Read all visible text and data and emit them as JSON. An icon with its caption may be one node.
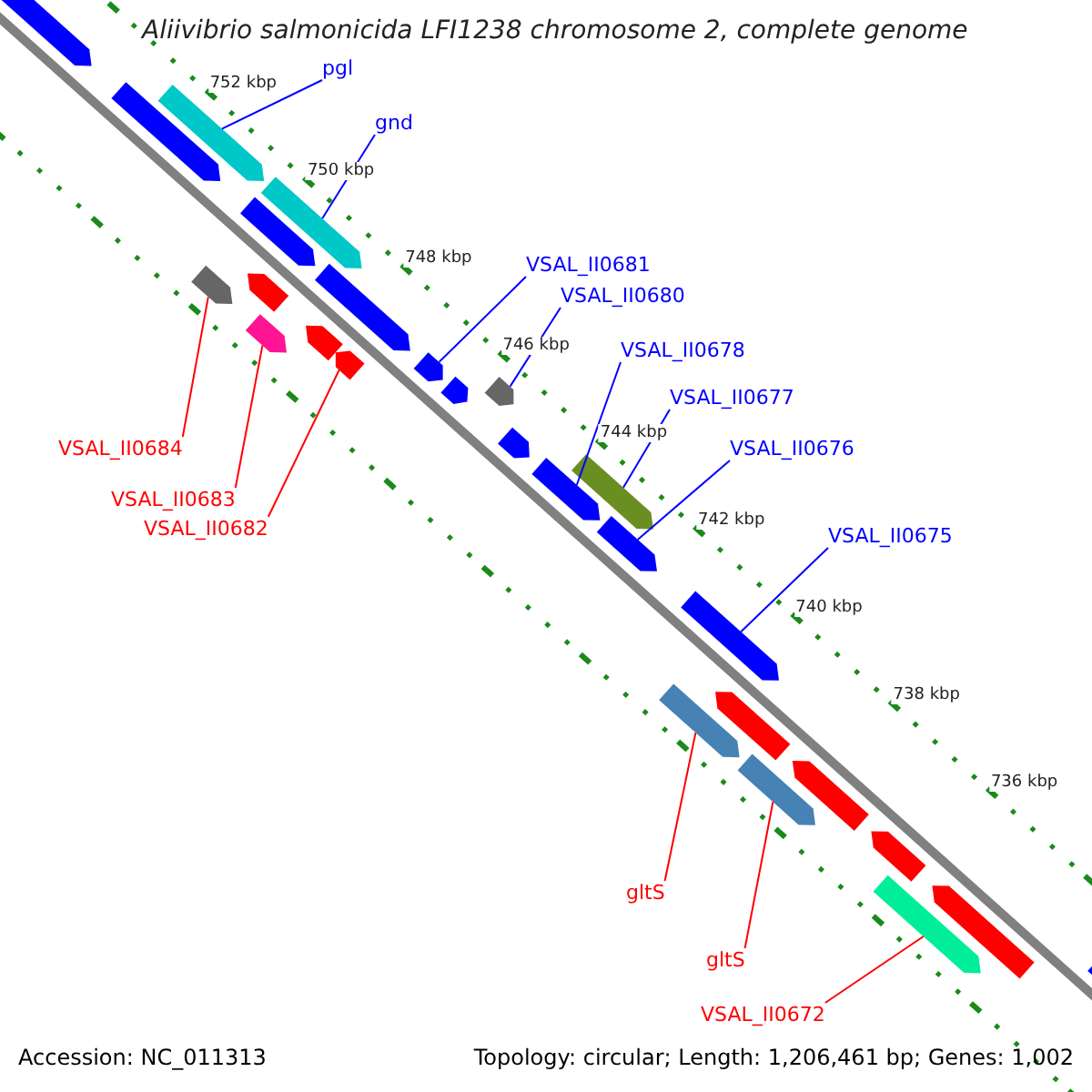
{
  "diagram": {
    "title": "Aliivibrio salmonicida LFI1238 chromosome 2, complete genome",
    "nodes": [
      {
        "text": [
          "pgl"
        ]
      },
      {
        "text": [
          "gnd"
        ]
      },
      {
        "text": [
          "VSAL_II0681"
        ]
      },
      {
        "text": [
          "VSAL_II0680"
        ]
      },
      {
        "text": [
          "VSAL_II0678"
        ]
      },
      {
        "text": [
          "VSAL_II0677"
        ]
      },
      {
        "text": [
          "VSAL_II0684"
        ]
      },
      {
        "text": [
          "VSAL_II0676"
        ]
      },
      {
        "text": [
          "VSAL_II0683"
        ]
      },
      {
        "text": [
          "VSAL_II0682"
        ]
      },
      {
        "text": [
          "VSAL_II0675"
        ]
      },
      {
        "text": [
          "gltS"
        ]
      },
      {
        "text": [
          "gltS"
        ]
      },
      {
        "text": [
          "VSAL_II0672"
        ]
      },
      {
        "text": [],
        "shape": "bar"
      },
      {
        "text": [],
        "shape": "bar"
      },
      {
        "text": [],
        "shape": "bar"
      },
      {
        "text": [],
        "shape": "bar"
      },
      {
        "text": [],
        "shape": "bar"
      },
      {
        "text": [],
        "shape": "bar"
      },
      {
        "text": [],
        "shape": "bar"
      },
      {
        "text": [],
        "shape": "bar"
      },
      {
        "text": [],
        "shape": "bar"
      },
      {
        "text": [],
        "shape": "bar"
      },
      {
        "text": [],
        "shape": "bar"
      },
      {
        "text": [],
        "shape": "bar"
      },
      {
        "text": [],
        "shape": "bar"
      },
      {
        "text": [],
        "shape": "bar"
      },
      {
        "text": [],
        "shape": "bar"
      },
      {
        "text": [],
        "shape": "bar"
      },
      {
        "text": [],
        "shape": "bar"
      },
      {
        "text": [],
        "shape": "bar"
      },
      {
        "text": [],
        "shape": "bar"
      },
      {
        "text": [],
        "shape": "bar"
      },
      {
        "text": [],
        "shape": "bar"
      },
      {
        "text": [],
        "shape": "bar"
      },
      {
        "text": [],
        "shape": "bar"
      },
      {
        "text": [],
        "shape": "bar"
      },
      {
        "text": [],
        "shape": "bar"
      },
      {
        "text": [],
        "shape": "bar"
      },
      {
        "text": [],
        "shape": "bar"
      }
    ],
    "edges": [
      {
        "from": 0,
        "to": 14,
        "arrow": "none"
      },
      {
        "from": 1,
        "to": 16,
        "arrow": "none"
      },
      {
        "from": 2,
        "to": 19,
        "arrow": "none"
      },
      {
        "from": 3,
        "to": 20,
        "arrow": "none"
      },
      {
        "from": 4,
        "to": 21,
        "arrow": "none"
      },
      {
        "from": 5,
        "to": 22,
        "arrow": "none"
      },
      {
        "from": 6,
        "to": 15,
        "arrow": "none",
        "color": "#ff0000"
      },
      {
        "from": 7,
        "to": 23,
        "arrow": "none"
      },
      {
        "from": 8,
        "to": 17,
        "arrow": "none",
        "color": "#ff0000"
      },
      {
        "from": 9,
        "to": 18,
        "arrow": "none",
        "color": "#ff0000"
      },
      {
        "from": 10,
        "to": 24,
        "arrow": "none"
      },
      {
        "from": 11,
        "to": 25,
        "arrow": "none",
        "color": "#ff0000"
      },
      {
        "from": 12,
        "to": 26,
        "arrow": "none",
        "color": "#ff0000"
      },
      {
        "from": 13,
        "to": 27,
        "arrow": "none",
        "color": "#ff0000"
      }
    ],
    "labels": [
      "752 kbp",
      "750 kbp",
      "748 kbp",
      "746 kbp",
      "744 kbp",
      "742 kbp",
      "740 kbp",
      "738 kbp",
      "736 kbp",
      "Accession: NC_011313",
      "Topology: circular; Length: 1,206,461 bp; Genes: 1,002"
    ]
  }
}
